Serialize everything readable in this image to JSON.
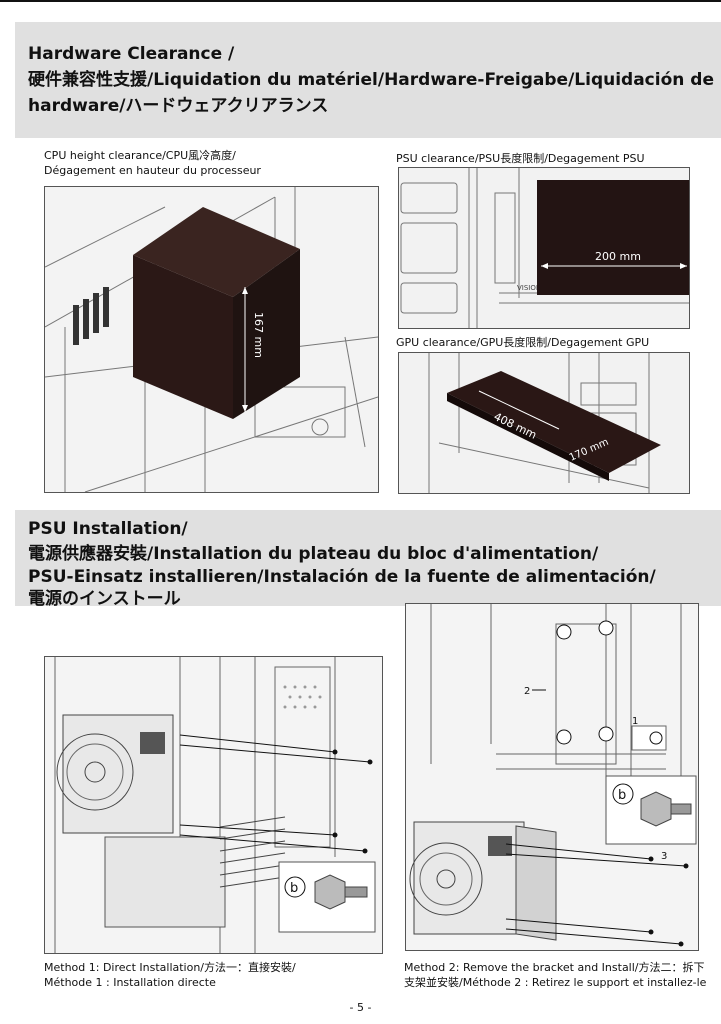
{
  "hardware": {
    "title_line1": "Hardware  Clearance /",
    "title_line2": "硬件兼容性支援/Liquidation du matériel/Hardware-Freigabe/Liquidación de",
    "title_line3": "hardware/ハードウェアクリアランス",
    "cpu_caption_line1": "CPU height clearance/CPU風冷高度/",
    "cpu_caption_line2": "Dégagement en hauteur du processeur",
    "cpu_dimension": "167 mm",
    "psu_caption": "PSU clearance/PSU長度限制/Degagement PSU",
    "psu_dimension": "200 mm",
    "psu_brand": "VISION",
    "gpu_caption": "GPU clearance/GPU長度限制/Degagement GPU",
    "gpu_length": "408 mm",
    "gpu_height": "170 mm"
  },
  "install": {
    "title_line1": "PSU Installation/",
    "title_line2": "電源供應器安裝/Installation du plateau du bloc d'alimentation/",
    "title_line3": "PSU-Einsatz installieren/Instalación de la fuente de alimentación/",
    "title_line4": "電源のインストール",
    "screw_label": "b",
    "step1": "1",
    "step2": "2",
    "step3": "3",
    "method1_line1": "Method 1: Direct Installation/方法一：直接安裝/",
    "method1_line2": "Méthode 1 : Installation directe",
    "method2_line1": "Method 2: Remove the bracket and Install/方法二：拆下",
    "method2_line2": "支架並安裝/Méthode 2 : Retirez le support et installez-le"
  },
  "page_number": "- 5 -"
}
